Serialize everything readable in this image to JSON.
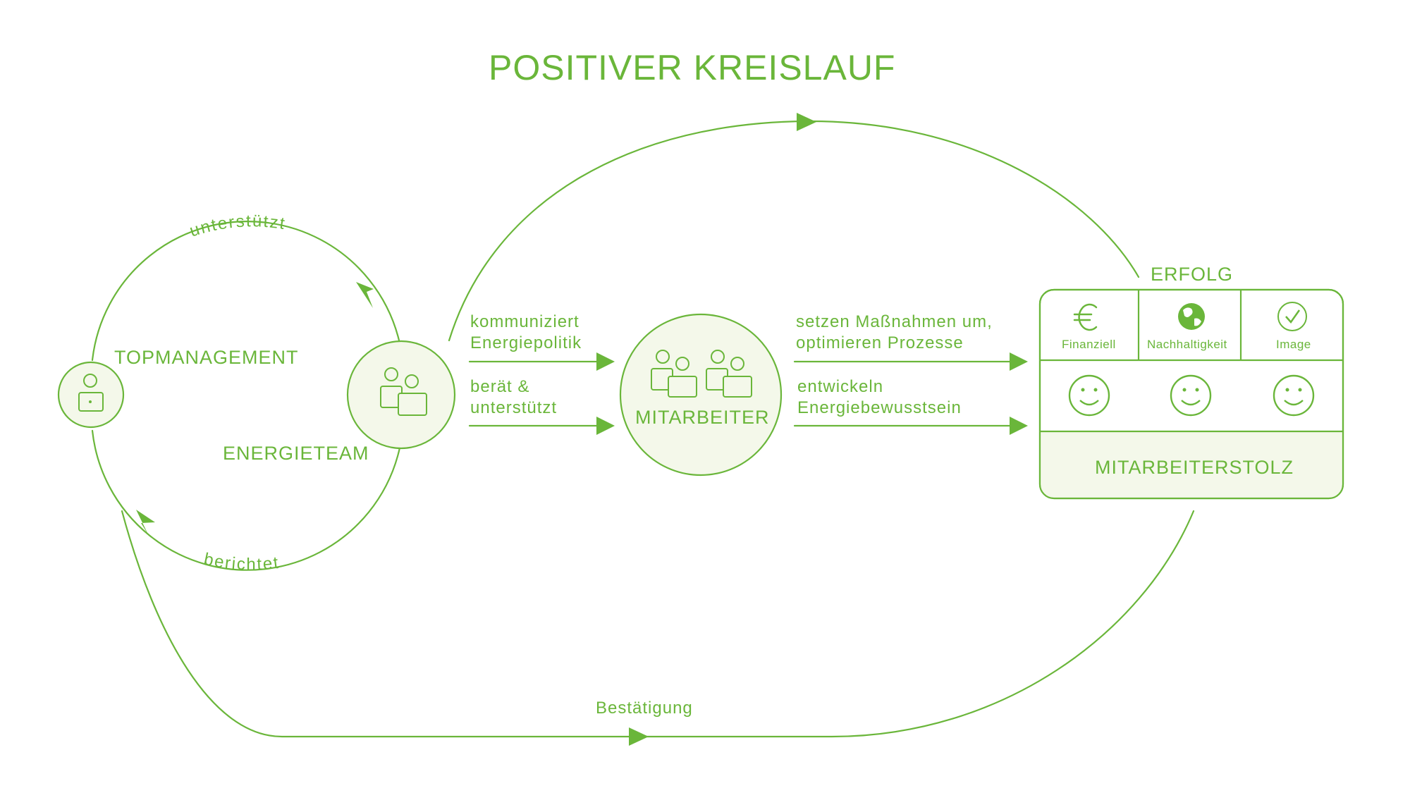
{
  "title": "POSITIVER KREISLAUF",
  "nodes": {
    "topmanagement": {
      "label": "TOPMANAGEMENT",
      "icon": "person-laptop-icon"
    },
    "energieteam": {
      "label": "ENERGIETEAM",
      "icon": "two-people-icon"
    },
    "mitarbeiter": {
      "label": "MITARBEITER",
      "icon": "group-people-icon"
    }
  },
  "edges": {
    "unterstuetzt": "unterstützt",
    "berichtet": "berichtet",
    "kommuniziert": "kommuniziert\nEnergiepolitik",
    "beraet": "berät &\nunterstützt",
    "setzen": "setzen Maßnahmen um,\noptimieren Prozesse",
    "entwickeln": "entwickeln\nEnergiebewusstsein",
    "bestaetigung": "Bestätigung"
  },
  "erfolg": {
    "label": "ERFOLG",
    "cells": [
      {
        "icon": "euro-icon",
        "label": "Finanziell"
      },
      {
        "icon": "globe-icon",
        "label": "Nachhaltigkeit"
      },
      {
        "icon": "checkmark-icon",
        "label": "Image"
      }
    ],
    "smileys": [
      "smiley-icon",
      "smiley-icon",
      "smiley-icon"
    ],
    "footer": "MITARBEITERSTOLZ"
  },
  "colors": {
    "primary": "#6ab63a",
    "fill": "#f4f8ea"
  }
}
